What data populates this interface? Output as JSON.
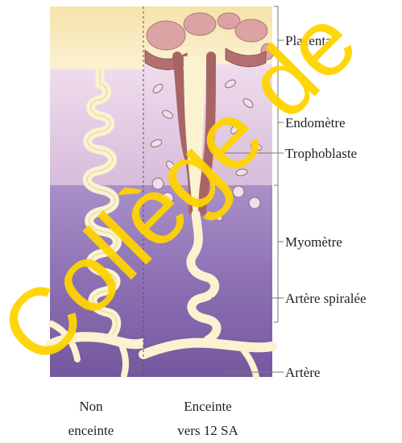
{
  "diagram": {
    "labels": {
      "placenta": "Placenta",
      "endometre": "Endomètre",
      "trophoblaste": "Trophoblaste",
      "myometre": "Myomètre",
      "artere_spiralee": "Artère spiralée",
      "artere": "Artère"
    },
    "captions": {
      "left_line1": "Non",
      "left_line2": "enceinte",
      "right_line1": "Enceinte",
      "right_line2": "vers 12 SA"
    },
    "watermark": "Collège de",
    "colors": {
      "placenta_band": "#f8e7b6",
      "endometrium": "#e8cfe4",
      "myometrium": "#8a6cb0",
      "artery": "#fbf2cf",
      "trophoblast": "#c48a8a",
      "watermark": "#ffd400"
    }
  }
}
